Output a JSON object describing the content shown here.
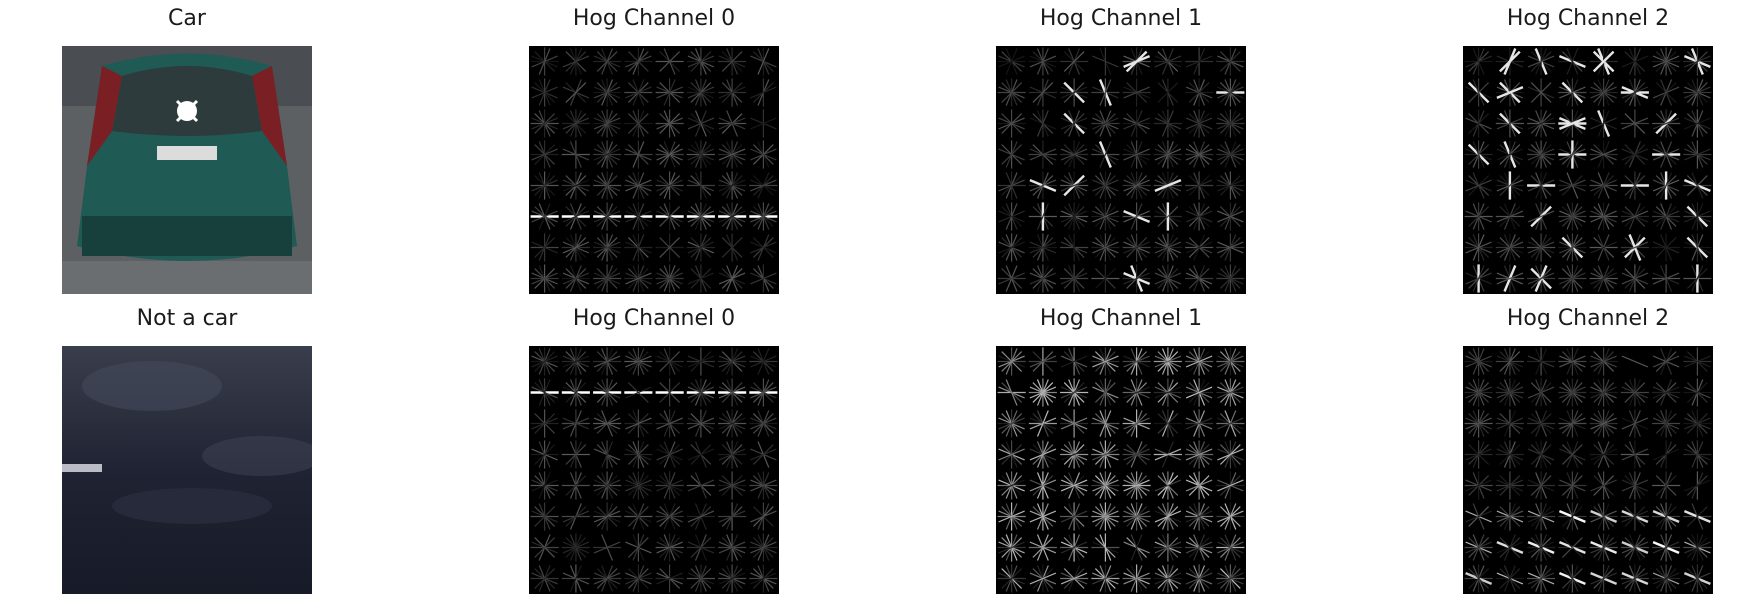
{
  "panels": [
    {
      "title": "Car",
      "kind": "photo-car"
    },
    {
      "title": "Hog Channel 0",
      "kind": "hog"
    },
    {
      "title": "Hog Channel 1",
      "kind": "hog"
    },
    {
      "title": "Hog Channel 2",
      "kind": "hog"
    },
    {
      "title": "Not a car",
      "kind": "photo-notcar"
    },
    {
      "title": "Hog Channel 0",
      "kind": "hog"
    },
    {
      "title": "Hog Channel 1",
      "kind": "hog"
    },
    {
      "title": "Hog Channel 2",
      "kind": "hog"
    }
  ],
  "colors": {
    "background": "#ffffff",
    "hog_background": "#000000",
    "hog_stroke": "#ffffff",
    "car_body": "#1f5a55"
  }
}
